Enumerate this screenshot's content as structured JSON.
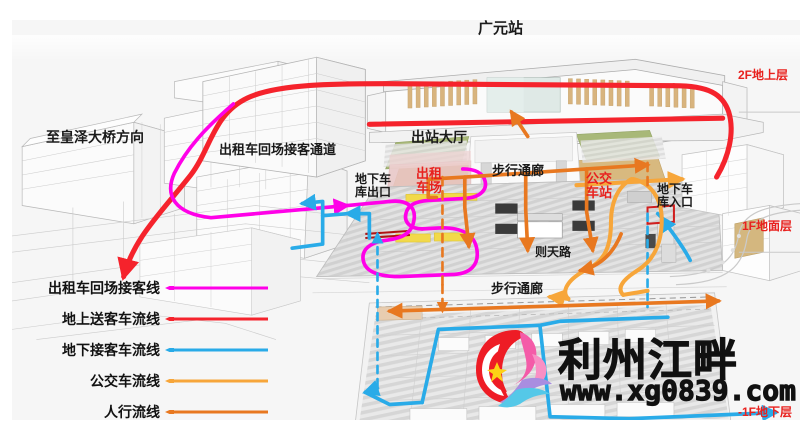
{
  "figure": {
    "title_label": "广元站",
    "kind": "transport-hub-circulation-diagram"
  },
  "colors": {
    "taxi_return_magenta": "#ff00e8",
    "ground_dropoff_red": "#f5232c",
    "underground_pickup_blue": "#29abe8",
    "bus_orange": "#f7a63a",
    "pedestrian_orange": "#e87820",
    "level_label_red": "#e8211e",
    "plate_background": "#f6f6f6"
  },
  "level_labels": [
    {
      "id": "l2",
      "text": "2F地上层"
    },
    {
      "id": "l1",
      "text": "1F地面层"
    },
    {
      "id": "b1",
      "text": "-1F地下层"
    }
  ],
  "map_labels": [
    {
      "id": "station",
      "text": "广元站",
      "style": "black"
    },
    {
      "id": "to-huangze-bridge",
      "text": "至皇泽大桥方向",
      "style": "black"
    },
    {
      "id": "taxi-return-lane",
      "text": "出租车回场接客通道",
      "style": "black"
    },
    {
      "id": "arrival-hall",
      "text": "出站大厅",
      "style": "black"
    },
    {
      "id": "garage-exit",
      "text": "地下车\n库出口",
      "line1": "地下车",
      "line2": "库出口",
      "style": "black"
    },
    {
      "id": "taxi-yard",
      "text": "出租\n车场",
      "line1": "出租",
      "line2": "车场",
      "style": "red"
    },
    {
      "id": "pedestrian-corridor-1f",
      "text": "步行通廊",
      "style": "black"
    },
    {
      "id": "bus-station",
      "text": "公交\n车站",
      "line1": "公交",
      "line2": "车站",
      "style": "red"
    },
    {
      "id": "garage-entrance",
      "text": "地下车\n库入口",
      "line1": "地下车",
      "line2": "库入口",
      "style": "black"
    },
    {
      "id": "zetian-road",
      "text": "则天路",
      "style": "black"
    },
    {
      "id": "pedestrian-corridor-b1",
      "text": "步行通廊",
      "style": "black"
    }
  ],
  "legend": {
    "items": [
      {
        "label": "出租车回场接客线",
        "color": "#ff00e8"
      },
      {
        "label": "地上送客车流线",
        "color": "#f5232c"
      },
      {
        "label": "地下接客车流线",
        "color": "#29abe8"
      },
      {
        "label": "公交车流线",
        "color": "#f7a63a"
      },
      {
        "label": "人行流线",
        "color": "#e87820"
      }
    ]
  },
  "watermark": {
    "site_name": "利州江畔",
    "url": "www.xg0839.com"
  }
}
